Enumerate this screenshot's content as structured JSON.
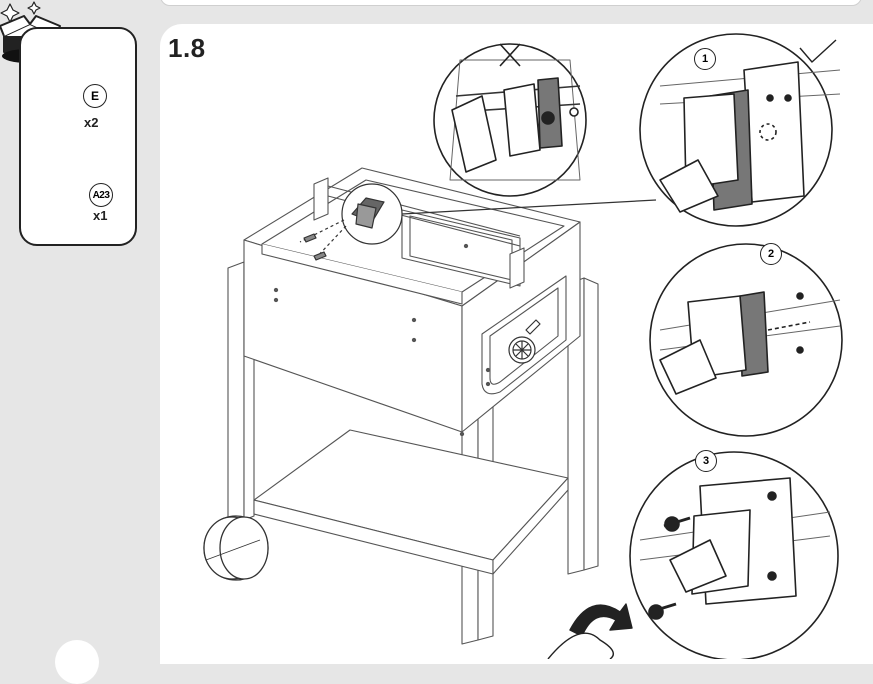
{
  "step": {
    "number": "1.8"
  },
  "parts": [
    {
      "id": "E",
      "quantity": "x2",
      "kind": "screw"
    },
    {
      "id": "A23",
      "quantity": "x1",
      "kind": "bracket-with-knob"
    }
  ],
  "callouts": [
    {
      "label": "1"
    },
    {
      "label": "2"
    },
    {
      "label": "3"
    }
  ],
  "indicators": {
    "wrong": "cross-mark-icon",
    "correct": "check-mark-icon"
  },
  "icons": [
    "open-box-icon",
    "screw-icon",
    "bracket-knob-icon",
    "rotate-arrow-icon"
  ]
}
